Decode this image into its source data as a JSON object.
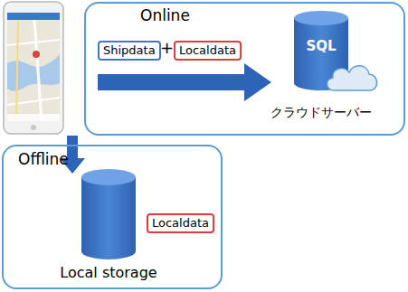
{
  "diagram": {
    "nodes": [
      {
        "text": [
          "Online"
        ]
      },
      {
        "text": [
          "SQL",
          "クラウドサーバー"
        ],
        "in": 0
      },
      {
        "text": [
          "Shipdata"
        ],
        "in": 0
      },
      {
        "text": [
          "Localdata"
        ],
        "in": 0
      },
      {
        "text": [
          "Offline"
        ]
      },
      {
        "text": [
          "Local storage"
        ],
        "in": 4
      },
      {
        "text": [
          "Localdata"
        ],
        "in": 4
      }
    ],
    "labels": [
      "+"
    ]
  }
}
